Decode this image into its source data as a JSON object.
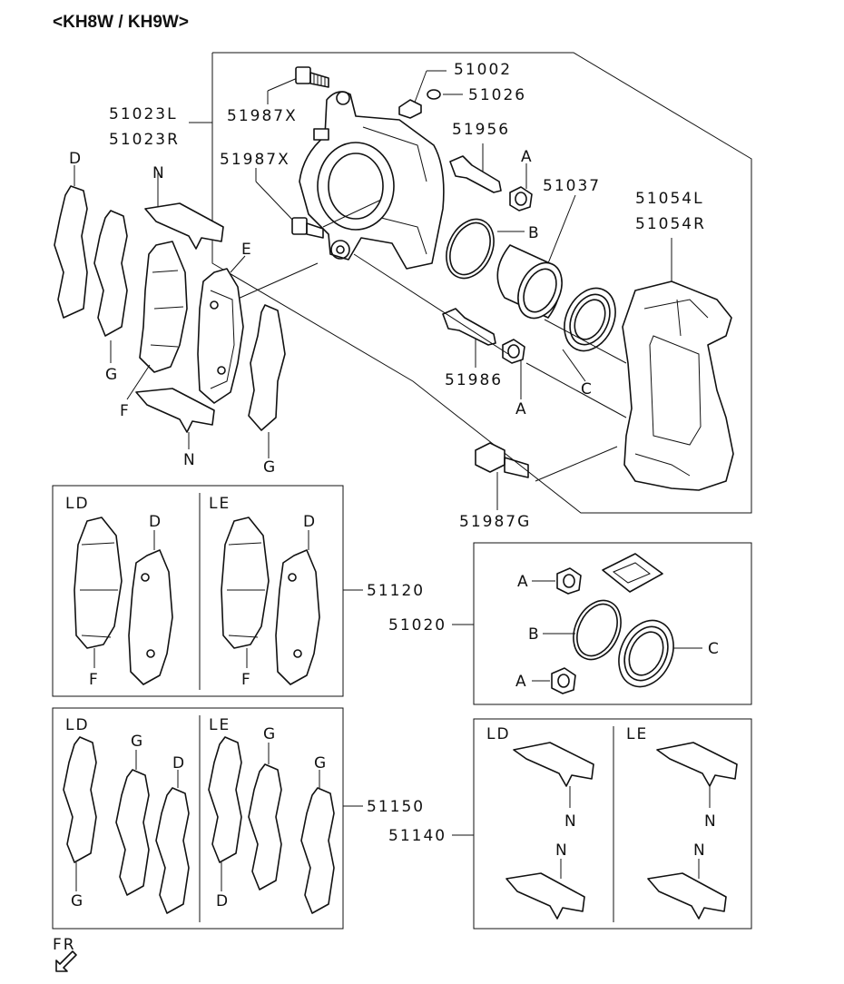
{
  "title": "<KH8W / KH9W>",
  "callouts": {
    "c51002": "51002",
    "c51026": "51026",
    "c51023L": "51023L",
    "c51023R": "51023R",
    "c51987X_top": "51987X",
    "c51987X_mid": "51987X",
    "c51956": "51956",
    "c51037": "51037",
    "c51054L": "51054L",
    "c51054R": "51054R",
    "c51986": "51986",
    "c51987G": "51987G",
    "c51120": "51120",
    "c51020": "51020",
    "c51150": "51150",
    "c51140": "51140"
  },
  "letters": {
    "A": "A",
    "B": "B",
    "C": "C",
    "D": "D",
    "E": "E",
    "F": "F",
    "G": "G",
    "N": "N"
  },
  "variants": {
    "ld": "LD",
    "le": "LE"
  },
  "front_marker": "FR"
}
